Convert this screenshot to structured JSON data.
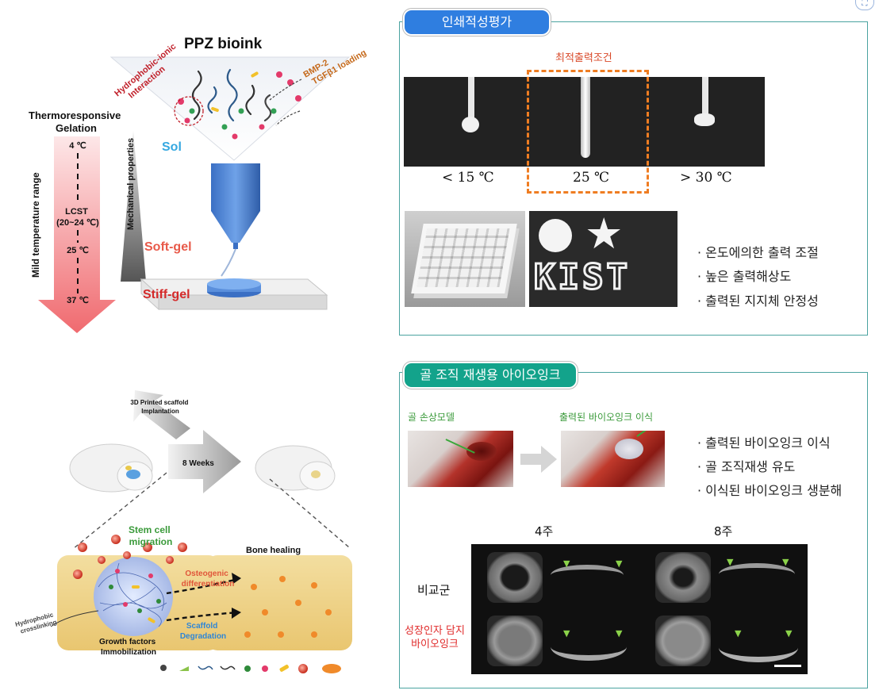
{
  "left_diagram": {
    "ppz_title": "PPZ bioink",
    "hydrophobic_label": "Hydrophobic-ionic\nInteraction",
    "bmp_label": "BMP-2\nTGFβ1 loading",
    "thermo_title": "Thermoresponsive\nGelation",
    "mild_temp": "Mild temperature range",
    "mech_props": "Mechanical properties",
    "temp_4": "4 ℃",
    "lcst": "LCST\n(20~24 ℃)",
    "temp_25": "25 ℃",
    "temp_37": "37 ℃",
    "state_sol": "Sol",
    "state_soft": "Soft-gel",
    "state_stiff": "Stiff-gel",
    "implant_label": "3D Printed scaffold\nImplantation",
    "weeks_label": "8 Weeks",
    "stem_cell": "Stem cell\nmigration",
    "osteogenic": "Osteogenic\ndifferentiation",
    "bone_healing": "Bone healing",
    "hydrophobic_cross": "Hydrophobic\ncrosslinking",
    "scaffold_deg": "Scaffold\nDegradation",
    "growth_factors": "Growth factors\nImmobilization"
  },
  "panel_top": {
    "title": "인쇄적성평가",
    "optimal_label": "최적출력조건",
    "temps": [
      "< 15 ℃",
      "25 ℃",
      "> 30 ℃"
    ],
    "kist_text": "KIST",
    "bullets": [
      "· 온도에의한 출력 조절",
      "· 높은 출력해상도",
      "· 출력된 지지체 안정성"
    ],
    "title_color": "#2f7ee0",
    "highlight_color": "#ef7d22"
  },
  "panel_bottom": {
    "title": "골 조직 재생용 아이오잉크",
    "photo1_label": "골 손상모델",
    "photo2_label": "출력된 바이오잉크 이식",
    "bullets": [
      "· 출력된 바이오잉크 이식",
      "· 골 조직재생 유도",
      "· 이식된 바이오잉크 생분해"
    ],
    "week4": "4주",
    "week8": "8주",
    "row_control": "비교군",
    "row_growth": "성장인자 담지\n바이오잉크",
    "title_color": "#13a38b",
    "label_color": "#3a9a3a"
  }
}
